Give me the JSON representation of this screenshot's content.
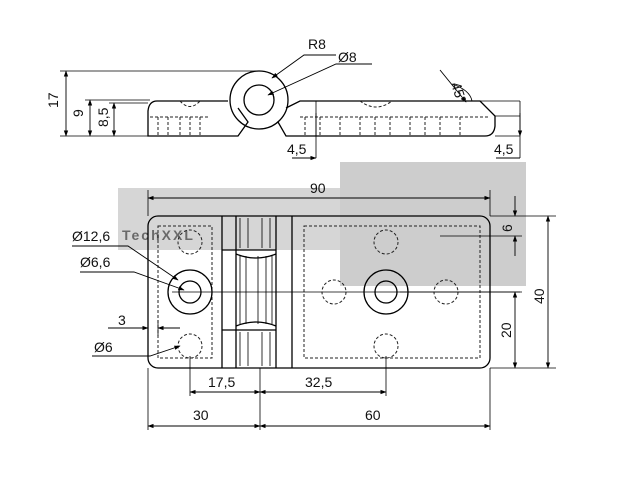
{
  "watermark": "TechXXL",
  "side_view": {
    "labels": {
      "radius": "R8",
      "pin_diameter": "Ø8",
      "angle": "45°",
      "total_height": "17",
      "height_9": "9",
      "height_8_5": "8,5",
      "thickness_left": "4,5",
      "thickness_right": "4,5"
    }
  },
  "top_view": {
    "labels": {
      "width_total": "90",
      "edge_6": "6",
      "height_40": "40",
      "height_20": "20",
      "diameter_12_6": "Ø12,6",
      "diameter_6_6": "Ø6,6",
      "dim_3": "3",
      "diameter_6": "Ø6",
      "dist_17_5": "17,5",
      "dist_32_5": "32,5",
      "width_30": "30",
      "width_60": "60"
    }
  }
}
